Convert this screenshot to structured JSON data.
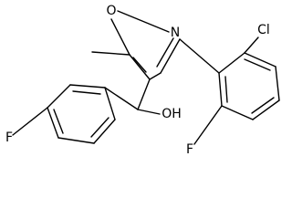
{
  "molecule": {
    "atoms": {
      "oxygen_ring": "O",
      "nitrogen_ring": "N",
      "chlorine": "Cl",
      "fluorine_ortho": "F",
      "fluorine_para": "F",
      "hydroxyl": "OH"
    },
    "colors": {
      "bond": "#000000",
      "label": "#000000",
      "background": "#ffffff"
    }
  }
}
